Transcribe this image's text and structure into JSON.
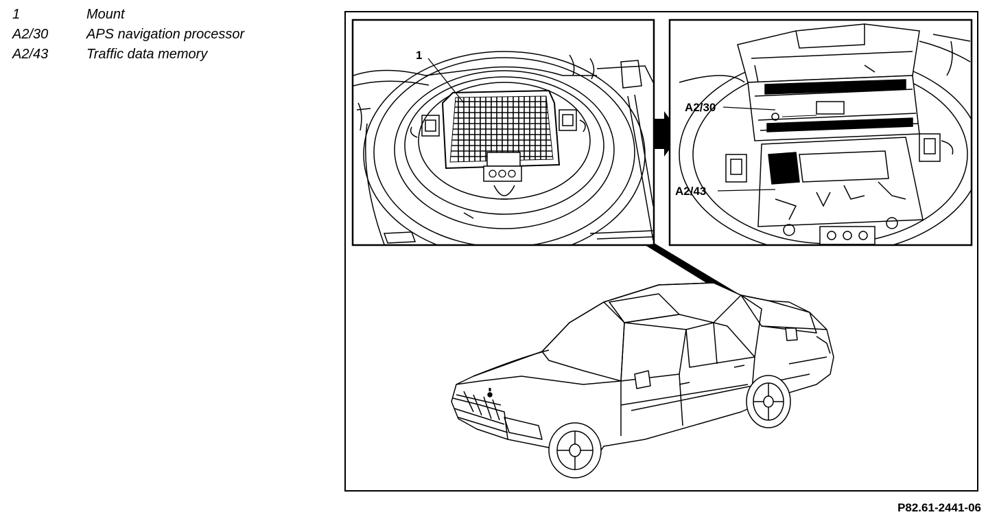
{
  "legend": [
    {
      "code": "1",
      "description": "Mount"
    },
    {
      "code": "A2/30",
      "description": "APS navigation processor"
    },
    {
      "code": "A2/43",
      "description": "Traffic data memory"
    }
  ],
  "callouts": {
    "mount": "1",
    "processor": "A2/30",
    "memory": "A2/43"
  },
  "figure_id": "P82.61-2441-06"
}
